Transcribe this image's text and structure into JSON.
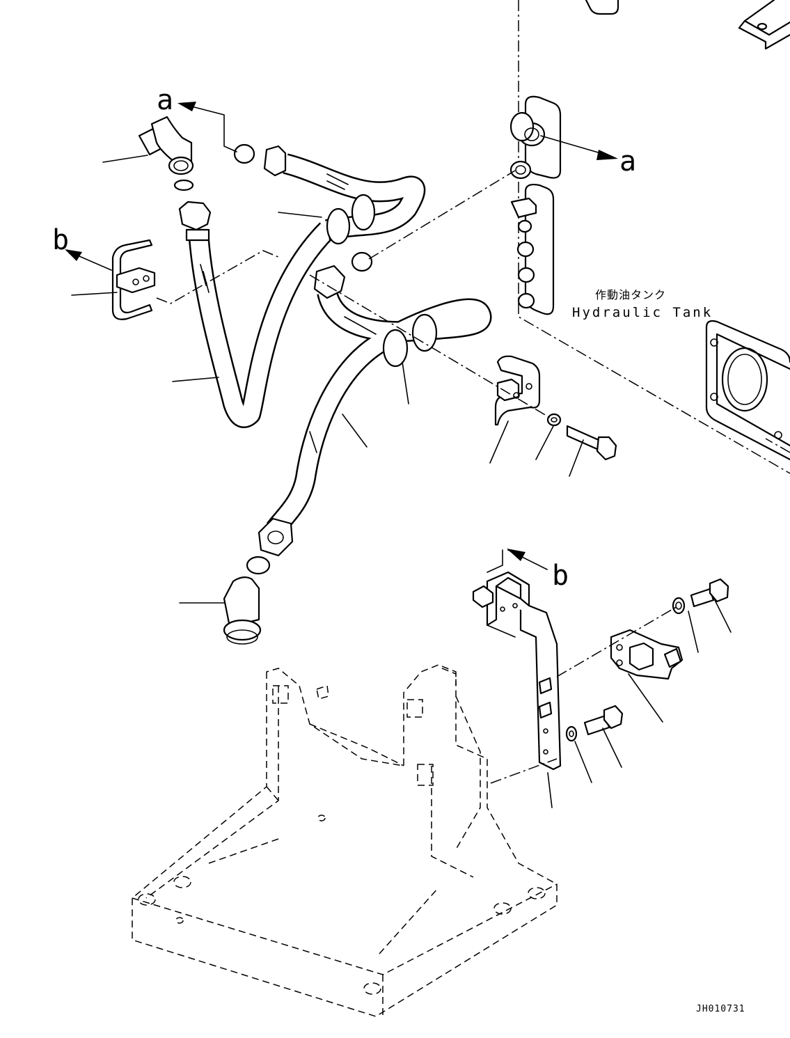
{
  "diagram": {
    "callouts": {
      "a_top": "a",
      "a_right": "a",
      "b_left": "b",
      "b_bottom": "b"
    },
    "tank_label_jp": "作動油タンク",
    "tank_label_en": "Hydraulic Tank",
    "drawing_code": "JH010731"
  }
}
